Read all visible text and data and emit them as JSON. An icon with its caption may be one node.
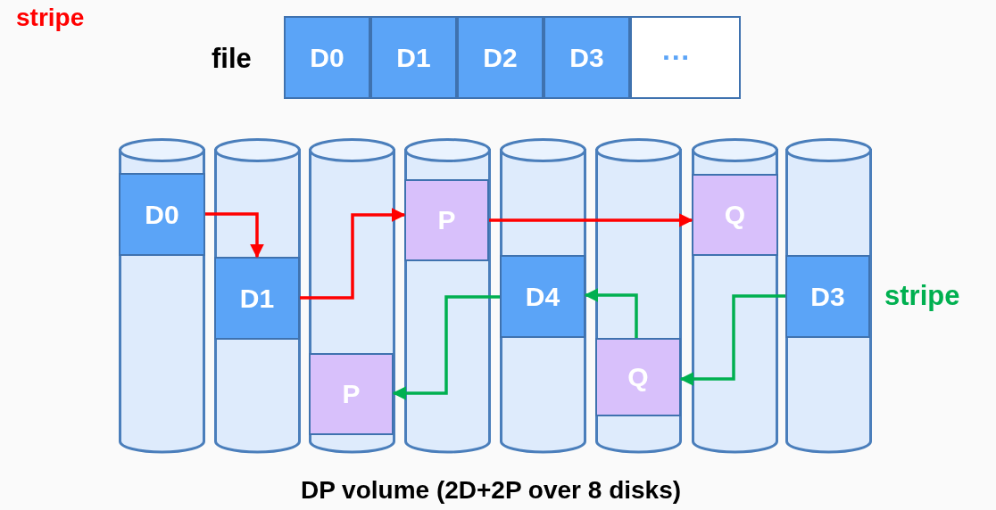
{
  "diagram": {
    "caption": "DP volume (2D+2P over 8 disks)",
    "nodes": [
      {
        "text": [
          "D0"
        ]
      },
      {
        "text": [
          "D1"
        ]
      },
      {
        "text": [
          "D2"
        ]
      },
      {
        "text": [
          "D3"
        ]
      },
      {
        "text": [
          "···"
        ]
      },
      {
        "text": [],
        "shape": "cylinder"
      },
      {
        "text": [
          "D0"
        ],
        "in": 5
      },
      {
        "text": [],
        "shape": "cylinder"
      },
      {
        "text": [
          "D1"
        ],
        "in": 7
      },
      {
        "text": [],
        "shape": "cylinder"
      },
      {
        "text": [
          "P"
        ],
        "in": 9
      },
      {
        "text": [],
        "shape": "cylinder"
      },
      {
        "text": [
          "P"
        ],
        "in": 11
      },
      {
        "text": [],
        "shape": "cylinder"
      },
      {
        "text": [
          "D4"
        ],
        "in": 13
      },
      {
        "text": [],
        "shape": "cylinder"
      },
      {
        "text": [
          "Q"
        ],
        "in": 15
      },
      {
        "text": [],
        "shape": "cylinder"
      },
      {
        "text": [
          "Q"
        ],
        "in": 17
      },
      {
        "text": [],
        "shape": "cylinder"
      },
      {
        "text": [
          "D3"
        ],
        "in": 19
      }
    ],
    "edges": [
      {
        "from": 6,
        "to": 8,
        "arrow": "to",
        "color": "#ff0000"
      },
      {
        "from": 8,
        "to": 12,
        "arrow": "to",
        "color": "#ff0000"
      },
      {
        "from": 12,
        "to": 18,
        "arrow": "to",
        "color": "#ff0000"
      },
      {
        "from": 20,
        "to": 16,
        "arrow": "to",
        "color": "#00b050"
      },
      {
        "from": 16,
        "to": 14,
        "arrow": "to",
        "color": "#00b050"
      },
      {
        "from": 14,
        "to": 10,
        "arrow": "to",
        "color": "#00b050"
      }
    ],
    "labels": [
      "stripe",
      "file",
      "stripe"
    ]
  }
}
